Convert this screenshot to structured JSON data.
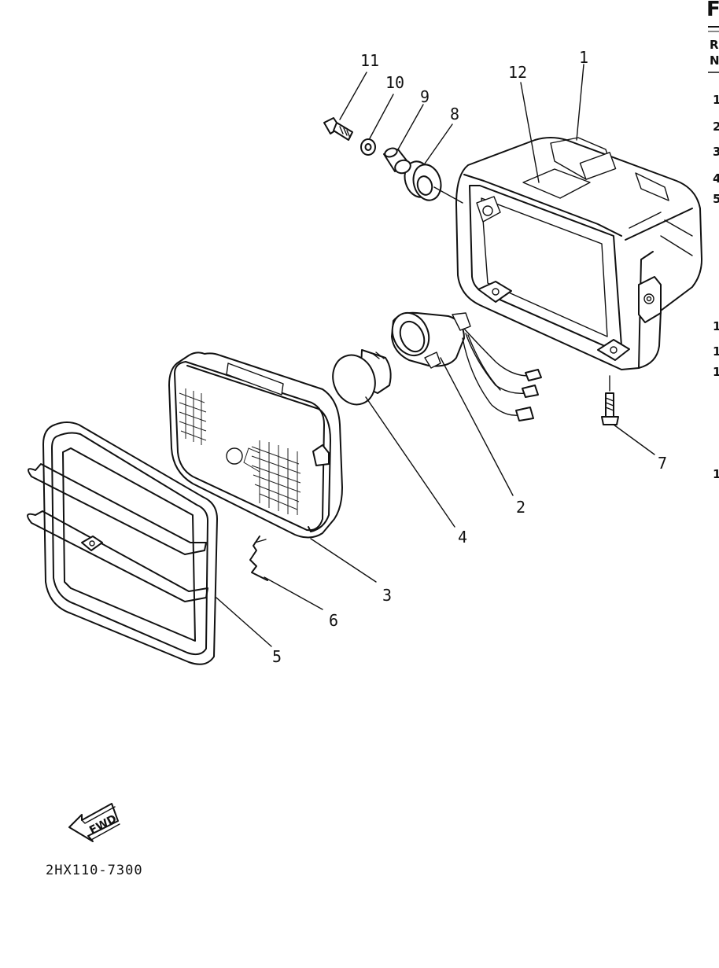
{
  "callouts": [
    {
      "label": "1"
    },
    {
      "label": "2"
    },
    {
      "label": "3"
    },
    {
      "label": "4"
    },
    {
      "label": "5"
    },
    {
      "label": "6"
    },
    {
      "label": "7"
    },
    {
      "label": "8"
    },
    {
      "label": "9"
    },
    {
      "label": "10"
    },
    {
      "label": "11"
    },
    {
      "label": "12"
    }
  ],
  "direction_label": "FWD",
  "diagram_code": "2HX110-7300",
  "edge_fragments": {
    "header": "F",
    "col1": "R",
    "col2": "N",
    "rows": [
      "1",
      "2",
      "3",
      "4",
      "5",
      "1",
      "1",
      "1",
      "1"
    ]
  }
}
